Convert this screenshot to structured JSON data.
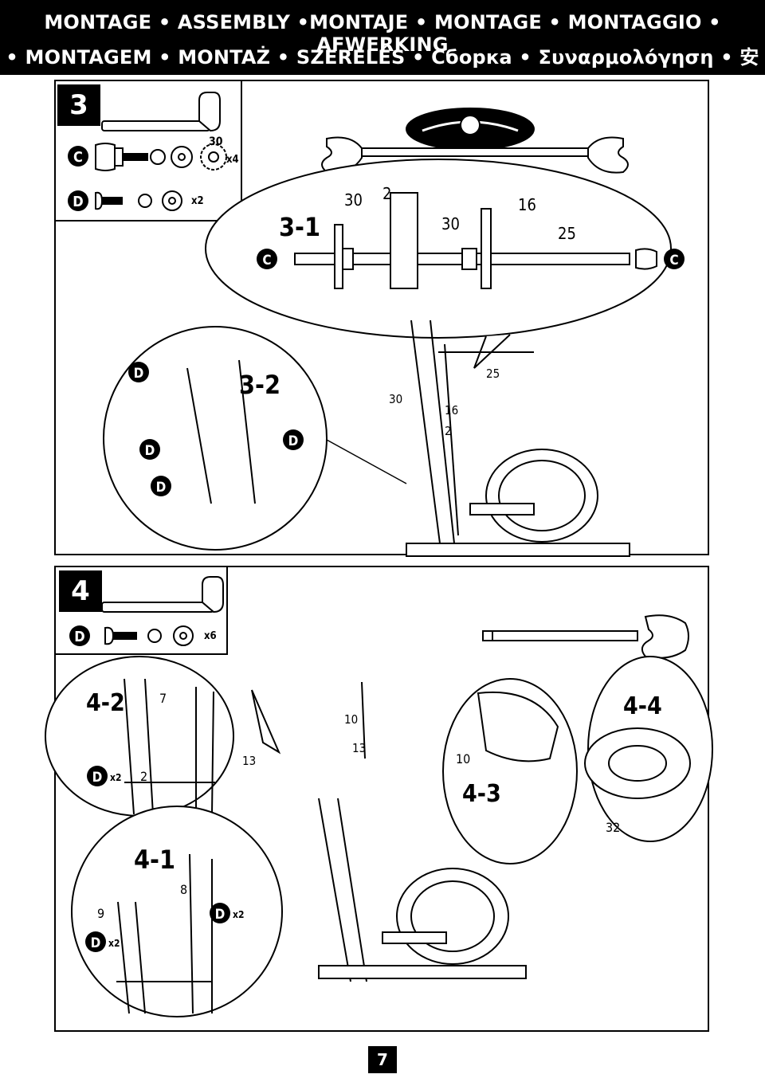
{
  "header": {
    "line1": "MONTAGE • ASSEMBLY •MONTAJE • MONTAGE • MONTAGGIO • AFWERKING",
    "line2": "• MONTAGEM • MONTAŻ • SZERELÉS • Сборка • Συναρμολόγηση • 安装"
  },
  "step3": {
    "number": "3",
    "hardware": {
      "c_letter": "C",
      "c_size": "30",
      "c_qty": "x4",
      "d_letter": "D",
      "d_qty": "x2"
    },
    "sub1": {
      "title": "3-1",
      "c_left": "C",
      "c_right": "C",
      "p30a": "30",
      "p2": "2",
      "p30b": "30",
      "p16": "16",
      "p25": "25"
    },
    "sub2": {
      "title": "3-2",
      "d1": "D",
      "d2": "D",
      "d3": "D",
      "d4": "D"
    },
    "main": {
      "p25": "25",
      "p30": "30",
      "p16": "16",
      "p2": "2"
    }
  },
  "step4": {
    "number": "4",
    "hardware": {
      "d_letter": "D",
      "d_qty": "x6"
    },
    "sub2": {
      "title": "4-2",
      "p7": "7",
      "p2": "2",
      "d": "D",
      "qty": "x2"
    },
    "sub1": {
      "title": "4-1",
      "p8": "8",
      "p9": "9",
      "d_left": "D",
      "qty_left": "x2",
      "d_right": "D",
      "qty_right": "x2"
    },
    "sub3": {
      "title": "4-3",
      "p10": "10"
    },
    "sub4": {
      "title": "4-4",
      "p32": "32"
    },
    "main": {
      "p10": "10",
      "p13a": "13",
      "p13b": "13"
    }
  },
  "page": {
    "number": "7"
  }
}
